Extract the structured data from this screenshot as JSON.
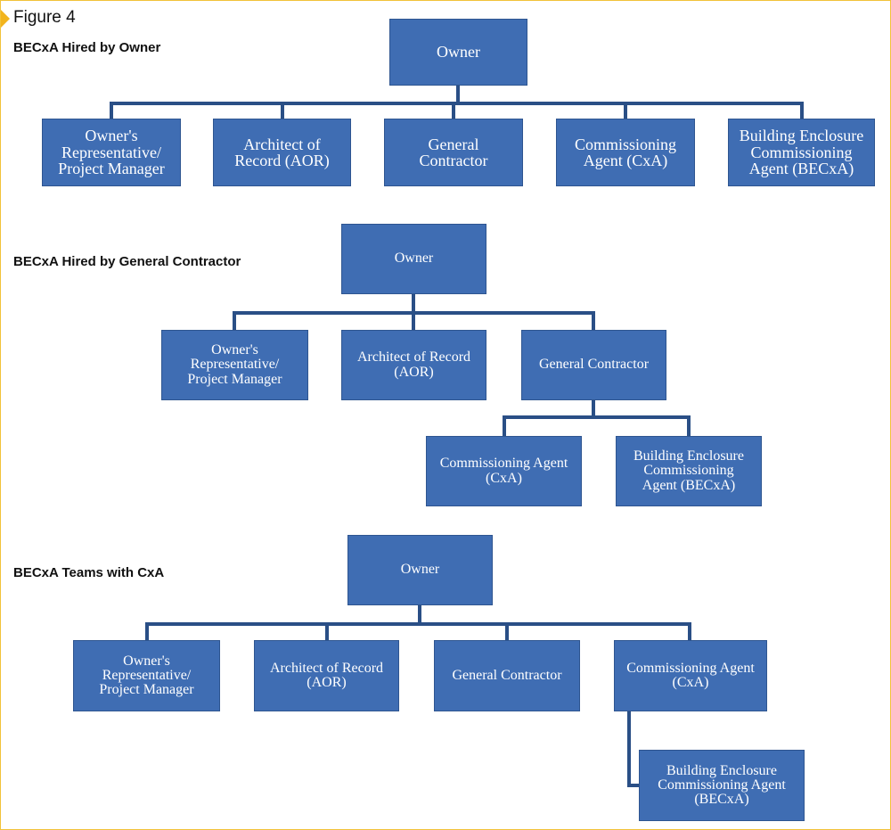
{
  "figure_label": "Figure 4",
  "sections": [
    {
      "title": "BECxA Hired by Owner",
      "owner": "Owner",
      "children": [
        "Owner's\nRepresentative/\nProject Manager",
        "Architect of\nRecord (AOR)",
        "General\nContractor",
        "Commissioning\nAgent (CxA)",
        "Building Enclosure\nCommissioning\nAgent (BECxA)"
      ]
    },
    {
      "title": "BECxA Hired by General Contractor",
      "owner": "Owner",
      "children": [
        "Owner's\nRepresentative/\nProject Manager",
        "Architect of Record\n(AOR)",
        "General Contractor"
      ],
      "gc_children": [
        "Commissioning Agent\n(CxA)",
        "Building Enclosure\nCommissioning\nAgent (BECxA)"
      ]
    },
    {
      "title": "BECxA Teams with CxA",
      "owner": "Owner",
      "children": [
        "Owner's\nRepresentative/\nProject Manager",
        "Architect of Record\n(AOR)",
        "General Contractor",
        "Commissioning Agent\n(CxA)"
      ],
      "cxa_child": "Building Enclosure\nCommissioning Agent\n(BECxA)"
    }
  ]
}
